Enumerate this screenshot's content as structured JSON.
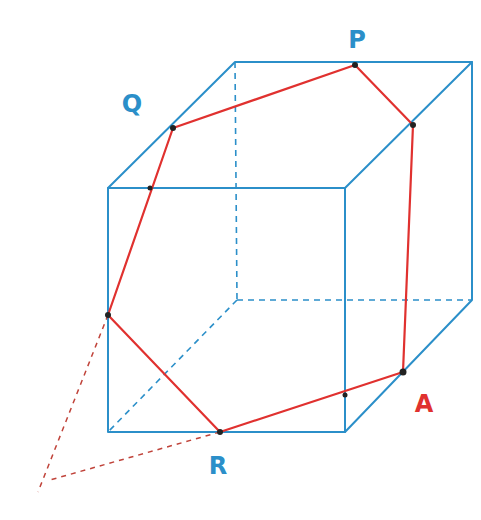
{
  "diagram": {
    "labels": [
      "P",
      "Q",
      "R",
      "A"
    ]
  }
}
